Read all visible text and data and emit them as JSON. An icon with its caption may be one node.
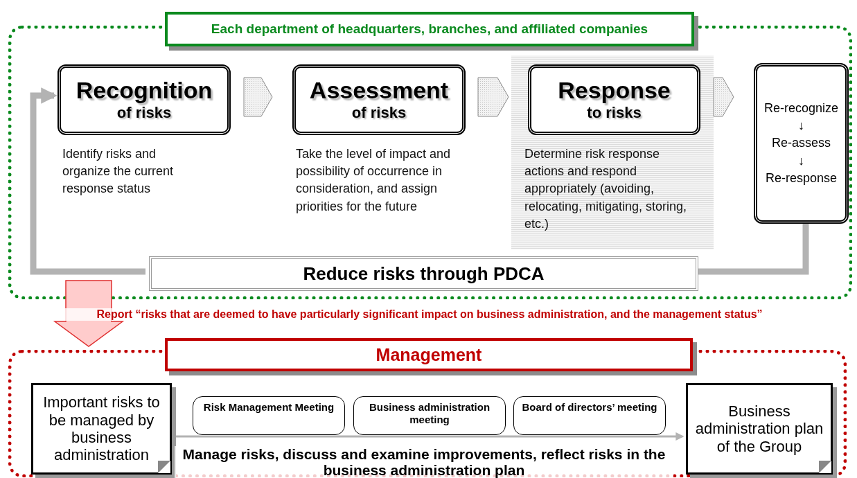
{
  "diagram": {
    "nodes": [
      {
        "text": [
          "Each department of headquarters, branches, and affiliated companies"
        ]
      },
      {
        "text": [
          "Recognition",
          "of risks"
        ],
        "in": 0,
        "beside": [
          "Identify risks and organize the current response status"
        ]
      },
      {
        "text": [
          "Assessment",
          "of risks"
        ],
        "in": 0,
        "beside": [
          "Take the level of impact and possibility of occurrence in consideration, and assign priorities for the future"
        ]
      },
      {
        "text": [
          "Response",
          "to risks"
        ],
        "in": 0,
        "beside": [
          "Determine risk response actions and respond appropriately (avoiding, relocating, mitigating, storing, etc.)"
        ]
      },
      {
        "text": [
          "Re-recognize",
          "↓",
          "Re-assess",
          "↓",
          "Re-response"
        ],
        "in": 0
      },
      {
        "text": [
          "Reduce risks through PDCA"
        ],
        "in": 0
      },
      {
        "text": [
          "Management"
        ]
      },
      {
        "text": [
          "Important risks to be managed by business administration"
        ],
        "in": 6
      },
      {
        "text": [
          "Risk Management Meeting"
        ],
        "in": 6
      },
      {
        "text": [
          "Business administration meeting"
        ],
        "in": 6
      },
      {
        "text": [
          "Board of directors’ meeting"
        ],
        "in": 6
      },
      {
        "text": [
          "Business administration plan of the Group"
        ],
        "in": 6
      }
    ],
    "edges": [
      {
        "from": 0,
        "to": 6,
        "arrow": "to",
        "label": "Report “risks that are deemed to have particularly significant impact on business administration, and the management status”",
        "style": "thick",
        "color": "#ffcccc"
      },
      {
        "from": 1,
        "to": 2,
        "arrow": "to"
      },
      {
        "from": 2,
        "to": 3,
        "arrow": "to"
      },
      {
        "from": 3,
        "to": 4,
        "arrow": "to"
      },
      {
        "from": 4,
        "to": 5,
        "arrow": "none"
      },
      {
        "from": 5,
        "to": 1,
        "arrow": "to"
      },
      {
        "from": 7,
        "to": 11,
        "arrow": "to",
        "label": "Manage risks, discuss and examine improvements, reflect risks in the business administration plan"
      }
    ]
  }
}
